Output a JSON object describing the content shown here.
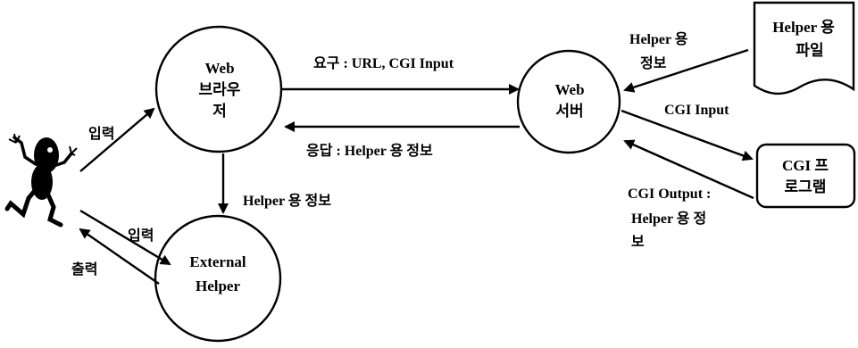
{
  "nodes": {
    "browser": {
      "lines": [
        "Web",
        "브라우",
        "저"
      ]
    },
    "server": {
      "lines": [
        "Web",
        "서버"
      ]
    },
    "external_helper": {
      "lines": [
        "External",
        "Helper"
      ]
    },
    "helper_file": {
      "lines": [
        "Helper 용",
        "파일"
      ]
    },
    "cgi_program": {
      "lines": [
        "CGI 프",
        "로그램"
      ]
    }
  },
  "edges": {
    "request": "요구 : URL, CGI Input",
    "response": "응답 : Helper 용 정보",
    "user_input_browser": "입력",
    "browser_to_helper": "Helper 용 정보",
    "user_input_helper": "입력",
    "helper_output": "출력",
    "helper_file_to_server": [
      "Helper 용",
      "정보"
    ],
    "server_to_cgi": "CGI Input",
    "cgi_to_server": [
      "CGI Output :",
      "Helper 용 정",
      "보"
    ]
  },
  "figure": {
    "name": "user-figure"
  }
}
